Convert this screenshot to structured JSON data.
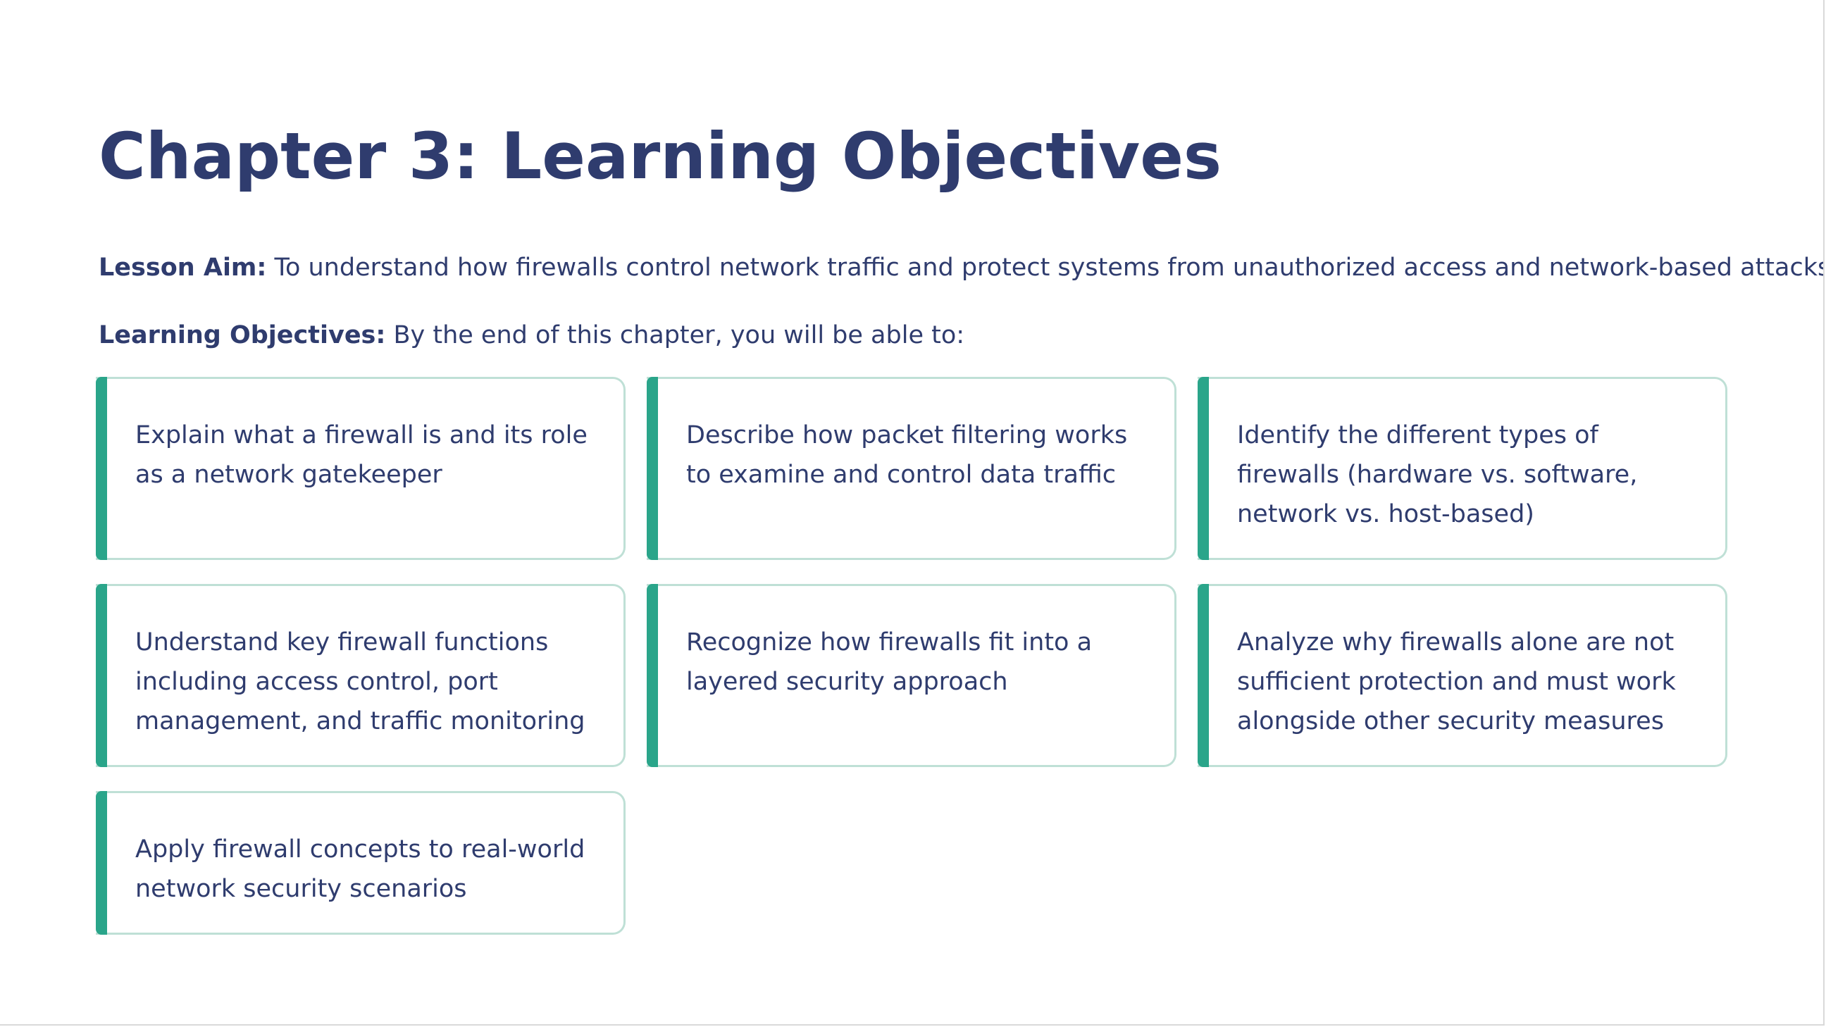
{
  "title": "Chapter 3: Learning Objectives",
  "aim": {
    "label": "Lesson Aim:",
    "text": " To understand how firewalls control network traffic and protect systems from unauthorized access and network-based attacks."
  },
  "objectives_intro": {
    "label": "Learning Objectives:",
    "text": " By the end of this chapter, you will be able to:"
  },
  "objectives": [
    "Explain what a firewall is and its role as a network gatekeeper",
    "Describe how packet filtering works to examine and control data traffic",
    "Identify the different types of firewalls (hardware vs. software, network vs. host-based)",
    "Understand key firewall functions including access control, port management, and traffic monitoring",
    "Recognize how firewalls fit into a layered security approach",
    "Analyze why firewalls alone are not sufficient protection and must work alongside other security measures",
    "Apply firewall concepts to real-world network security scenarios"
  ],
  "colors": {
    "heading": "#2f3c6e",
    "accent_bar": "#2aa58a",
    "card_border": "#bfe0d6"
  }
}
